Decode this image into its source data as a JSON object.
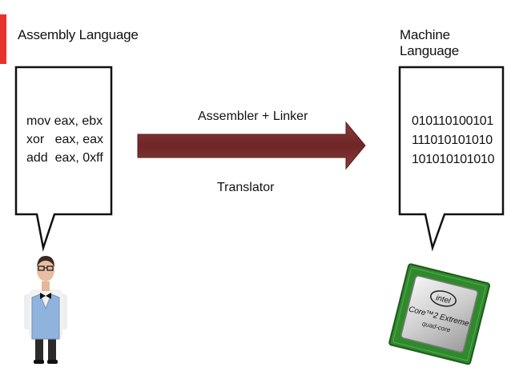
{
  "headings": {
    "left": "Assembly Language",
    "right": "Machine Language"
  },
  "assembly_lines": [
    "mov eax, ebx",
    "xor   eax, eax",
    "add  eax, 0xff"
  ],
  "machine_lines": [
    "010110100101",
    "111010101010",
    "101010101010"
  ],
  "arrow": {
    "top_label": "Assembler + Linker",
    "bottom_label": "Translator",
    "fill_color": "#7a2e2e"
  },
  "cpu_chip": {
    "brand": "intel",
    "model_line1": "Core™2 Extreme",
    "model_line2": "quad-core"
  },
  "colors": {
    "accent": "#e8322e",
    "cpu_pcb": "#2f8a2c"
  }
}
